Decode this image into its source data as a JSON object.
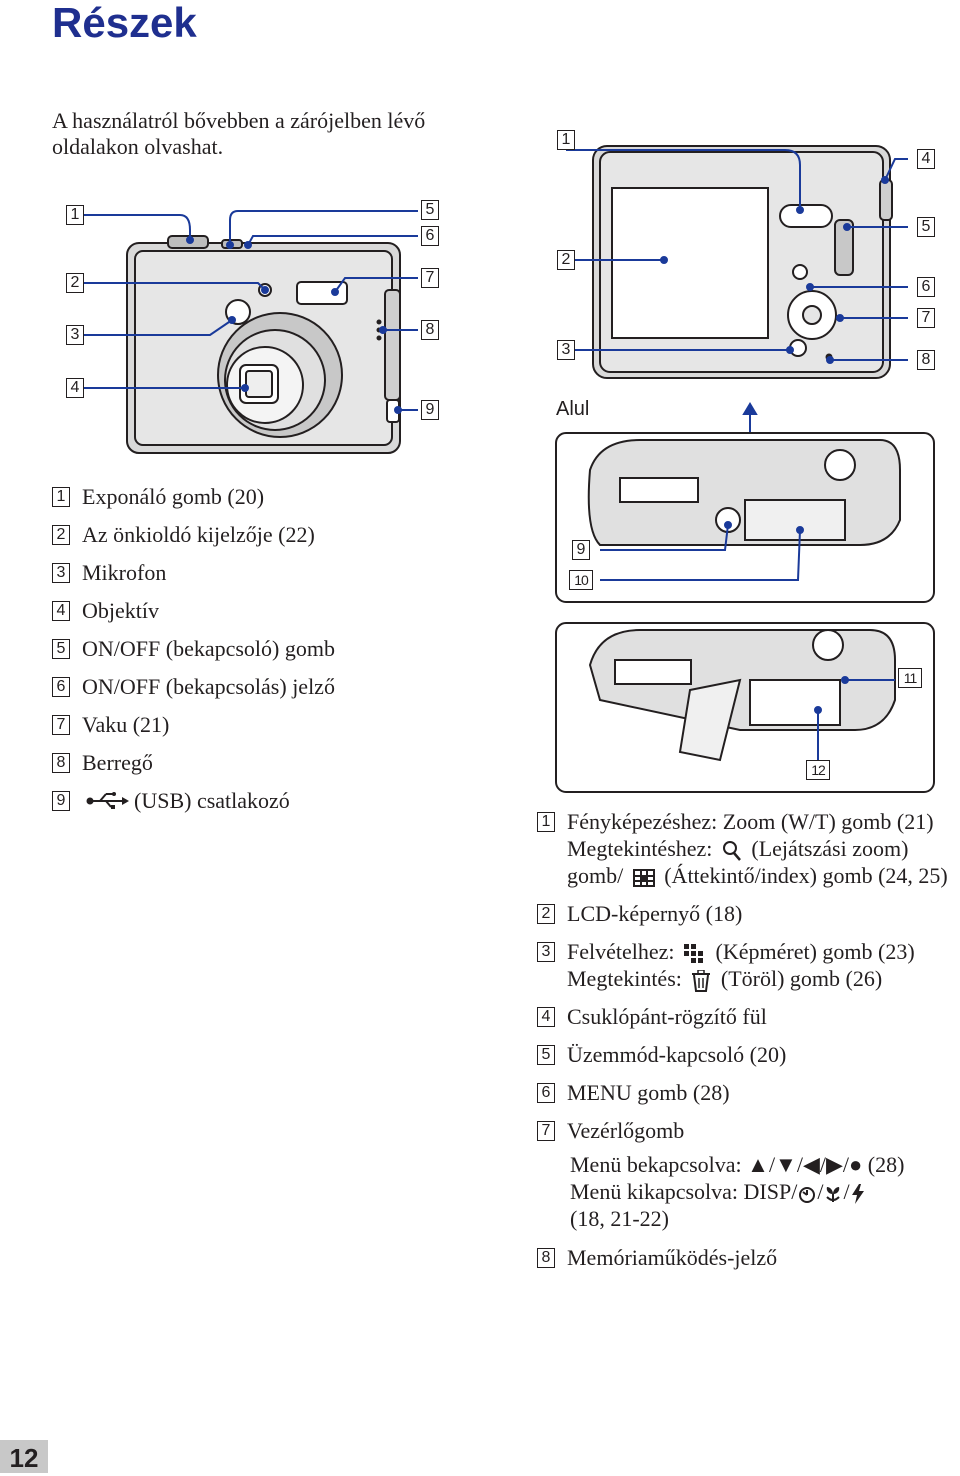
{
  "title": "Részek",
  "intro": "A használatról bővebben a zárójelben lévő oldalakon olvashat.",
  "front_callouts": [
    "1",
    "2",
    "3",
    "4",
    "5",
    "6",
    "7",
    "8",
    "9"
  ],
  "back_callouts": [
    "1",
    "2",
    "3",
    "4",
    "5",
    "6",
    "7",
    "8"
  ],
  "bottom_callouts": [
    "9",
    "10",
    "11",
    "12"
  ],
  "alul_label": "Alul",
  "left_legend": [
    {
      "num": "1",
      "text": "Exponáló gomb (20)"
    },
    {
      "num": "2",
      "text": "Az önkioldó kijelzője (22)"
    },
    {
      "num": "3",
      "text": "Mikrofon"
    },
    {
      "num": "4",
      "text": "Objektív"
    },
    {
      "num": "5",
      "text": "ON/OFF (bekapcsoló) gomb"
    },
    {
      "num": "6",
      "text": "ON/OFF (bekapcsolás) jelző"
    },
    {
      "num": "7",
      "text": "Vaku (21)"
    },
    {
      "num": "8",
      "text": "Berregő"
    },
    {
      "num": "9",
      "text": "(USB) csatlakozó"
    }
  ],
  "right_legend": {
    "item1_a": "Fényképezéshez: Zoom (W/T) gomb (21)",
    "item1_b1": "Megtekintéshez:",
    "item1_b2": "(Lejátszási zoom) gomb/",
    "item1_b3": "(Áttekintő/index) gomb (24, 25)",
    "item2": "LCD-képernyő (18)",
    "item3_a1": "Felvételhez:",
    "item3_a2": "(Képméret) gomb (23)",
    "item3_b1": "Megtekintés:",
    "item3_b2": "(Töröl) gomb (26)",
    "item4": "Csuklópánt-rögzítő fül",
    "item5": "Üzemmód-kapcsoló (20)",
    "item6": "MENU gomb (28)",
    "item7": "Vezérlőgomb",
    "item7_on": "Menü bekapcsolva: ▲/▼/◀/▶/● (28)",
    "item7_off": "Menü kikapcsolva: DISP/",
    "item7_off2": "(18, 21-22)",
    "item8": "Memóriaműködés-jelző"
  },
  "page_number": "12",
  "colors": {
    "title": "#1f2f8f",
    "line": "#1a3a9a",
    "body": "#d9d9d9"
  }
}
